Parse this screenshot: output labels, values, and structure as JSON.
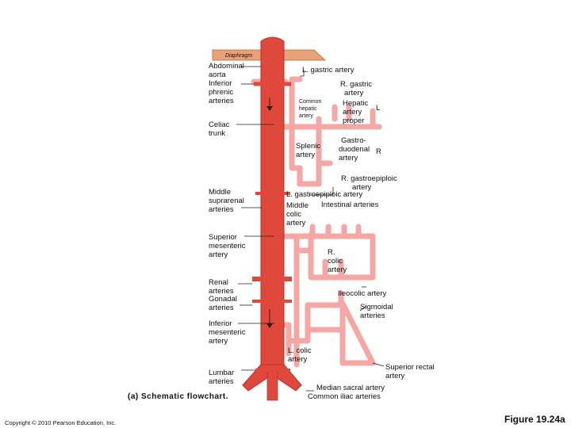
{
  "diagram": {
    "diaphragm": "Diaphragm",
    "left_labels": [
      [
        "Abdominal",
        "aorta"
      ],
      [
        "Inferior",
        "phrenic",
        "arteries"
      ],
      [
        "Celiac",
        "trunk"
      ],
      [
        "Middle",
        "suprarenal",
        "arteries"
      ],
      [
        "Superior",
        "mesenteric",
        "artery"
      ],
      [
        "Renal",
        "arteries"
      ],
      [
        "Gonadal",
        "arteries"
      ],
      [
        "Inferior",
        "mesenteric",
        "artery"
      ],
      [
        "Lumbar",
        "arteries"
      ]
    ],
    "right_labels": [
      [
        "L. gastric artery"
      ],
      [
        "Common",
        "hepatic",
        "artery"
      ],
      [
        "R. gastric",
        "artery"
      ],
      [
        "Hepatic",
        "artery",
        "proper"
      ],
      [
        "L"
      ],
      [
        "Splenic",
        "artery"
      ],
      [
        "Gastro-",
        "duodenal",
        "artery"
      ],
      [
        "R"
      ],
      [
        "R. gastroepiploic",
        "artery"
      ],
      [
        "L. gastroepiploic artery"
      ],
      [
        "Middle",
        "colic",
        "artery"
      ],
      [
        "Intestinal arteries"
      ],
      [
        "R.",
        "colic",
        "artery"
      ],
      [
        "Ileocolic artery"
      ],
      [
        "Sigmoidal",
        "arteries"
      ],
      [
        "L. colic",
        "artery"
      ],
      [
        "Superior rectal",
        "artery"
      ],
      [
        "Median sacral artery"
      ],
      [
        "Common iliac arteries"
      ]
    ],
    "caption": "(a) Schematic flowchart.",
    "copyright": "Copyright © 2010 Pearson Education, Inc.",
    "figure": "Figure 19.24a"
  },
  "colors": {
    "aorta": "#e0483c",
    "aorta_dark": "#b8302a",
    "branch": "#f6a7a4",
    "branch_edge": "#e07a76",
    "diaphragm": "#e9a277",
    "leader": "#222222"
  }
}
